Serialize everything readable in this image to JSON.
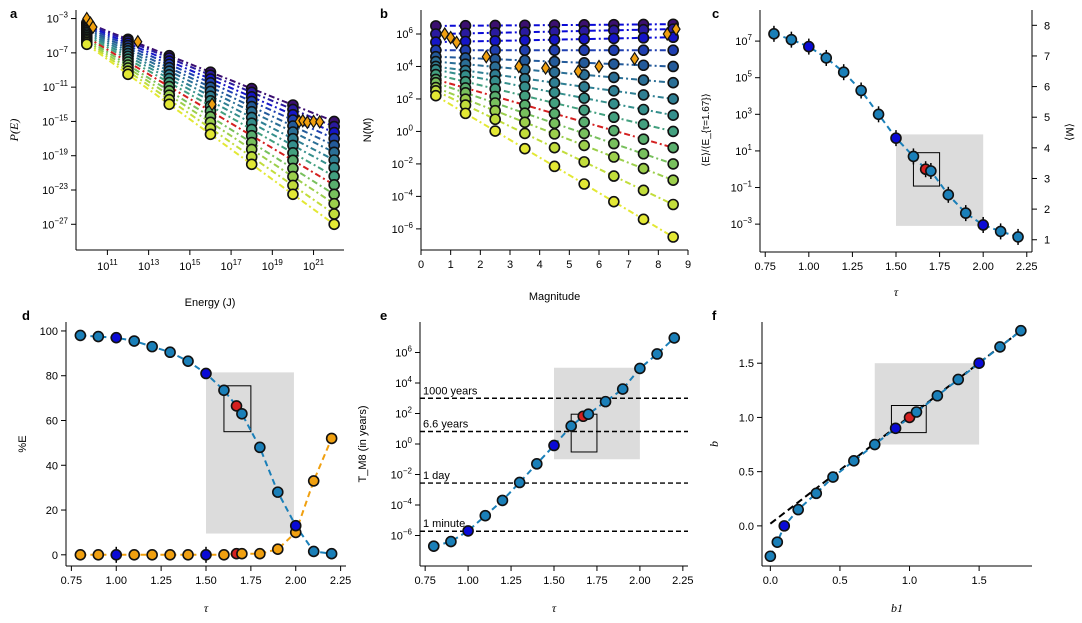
{
  "figure": {
    "colors": {
      "ramp": [
        "#3b0f70",
        "#2a1aa0",
        "#1515c8",
        "#1f3fb0",
        "#235a9a",
        "#2b6f96",
        "#2f7f93",
        "#358f8c",
        "#43a07f",
        "#5aaf6e",
        "#78c05d",
        "#9ccf4c",
        "#c2dd3b",
        "#e3e834"
      ],
      "blue": "#0a0ad6",
      "cyan": "#1a7fb8",
      "red": "#d42020",
      "orange": "#f0a010",
      "box": "#dcdcdc"
    }
  },
  "chart_data": [
    {
      "panel": "a",
      "type": "line",
      "xlabel": "Energy (J)",
      "ylabel": "P(E)",
      "xscale": "log",
      "yscale": "log",
      "xlim": [
        3000000000.0,
        3e+22
      ],
      "ylim": [
        1e-30,
        0.01
      ],
      "xticks": [
        "10^11",
        "10^13",
        "10^15",
        "10^17",
        "10^19",
        "10^21"
      ],
      "yticks": [
        "10^-3",
        "10^-7",
        "10^-11",
        "10^-15",
        "10^-19",
        "10^-23",
        "10^-27"
      ],
      "x_bins": [
        10000000000.0,
        1000000000000.0,
        100000000000000.0,
        1e+16,
        1e+18,
        1e+20,
        1e+22
      ],
      "series_start": [
        -3.5,
        -3.6,
        -3.8,
        -4.0,
        -4.2,
        -4.4,
        -4.6,
        -4.8,
        -5.0,
        -5.2,
        -5.4,
        -5.6,
        -5.8,
        -6.0
      ],
      "series_end": [
        -15.0,
        -15.6,
        -16.3,
        -17.0,
        -17.8,
        -18.6,
        -19.5,
        -20.4,
        -21.4,
        -22.4,
        -23.5,
        -24.6,
        -25.8,
        -27.0
      ],
      "diamond_x": [
        10000000000.0,
        15000000000.0,
        20000000000.0,
        3000000000000.0,
        1.2e+16,
        2e+20,
        3e+20,
        5e+20,
        1e+21,
        2e+21
      ],
      "diamond_y": [
        0.001,
        0.0003,
        0.0001,
        2e-06,
        1e-13,
        1e-15,
        1.2e-15,
        8e-16,
        1e-15,
        9e-16
      ]
    },
    {
      "panel": "b",
      "type": "line",
      "xlabel": "Magnitude",
      "ylabel": "N(M)",
      "xscale": "linear",
      "yscale": "log",
      "xlim": [
        0,
        9
      ],
      "ylim": [
        5e-08,
        30000000.0
      ],
      "xticks": [
        "0",
        "1",
        "2",
        "3",
        "4",
        "5",
        "6",
        "7",
        "8",
        "9"
      ],
      "yticks": [
        "10^6",
        "10^4",
        "10^2",
        "10^0",
        "10^-2",
        "10^-4",
        "10^-6"
      ],
      "x_bins": [
        0.5,
        1.5,
        2.5,
        3.5,
        4.5,
        5.5,
        6.5,
        7.5,
        8.5
      ],
      "series_start": [
        6.5,
        6.0,
        5.5,
        5.0,
        4.6,
        4.3,
        4.0,
        3.8,
        3.5,
        3.2,
        3.0,
        2.7,
        2.5,
        2.2
      ],
      "series_end": [
        6.6,
        6.3,
        5.8,
        5.0,
        4.0,
        3.0,
        2.0,
        1.0,
        0.0,
        -1.0,
        -2.0,
        -3.0,
        -4.5,
        -6.5
      ],
      "diamond_x": [
        0.8,
        1.0,
        1.2,
        2.2,
        3.3,
        4.2,
        5.3,
        6.0,
        7.2,
        8.3,
        8.6
      ],
      "diamond_y": [
        1000000.0,
        600000.0,
        300000.0,
        40000.0,
        10000.0,
        8000.0,
        5000.0,
        10000.0,
        30000.0,
        1000000.0,
        2000000.0
      ]
    },
    {
      "panel": "c",
      "type": "line",
      "xlabel": "τ",
      "ylabel": "⟨E⟩/⟨E_{τ=1.67}⟩",
      "ylabel_right": "⟨M⟩",
      "yscale": "log",
      "xlim": [
        0.72,
        2.28
      ],
      "ylim": [
        3e-05,
        500000000.0
      ],
      "xticks": [
        "0.75",
        "1.00",
        "1.25",
        "1.50",
        "1.75",
        "2.00",
        "2.25"
      ],
      "yticks": [
        "10^7",
        "10^5",
        "10^3",
        "10^1",
        "10^-1",
        "10^-3"
      ],
      "yticks_right": [
        "8",
        "7",
        "6",
        "5",
        "4",
        "3",
        "2",
        "1"
      ],
      "x": [
        0.8,
        0.9,
        1.0,
        1.1,
        1.2,
        1.3,
        1.4,
        1.5,
        1.6,
        1.67,
        1.7,
        1.8,
        1.9,
        2.0,
        2.1,
        2.2
      ],
      "y": [
        25000000.0,
        12000000.0,
        5000000.0,
        1200000.0,
        200000.0,
        20000.0,
        1000.0,
        50.0,
        5.0,
        1.0,
        0.8,
        0.04,
        0.004,
        0.0009,
        0.0004,
        0.0002
      ]
    },
    {
      "panel": "d",
      "type": "line",
      "xlabel": "τ",
      "ylabel": "%E",
      "xlim": [
        0.72,
        2.28
      ],
      "ylim": [
        -5,
        104
      ],
      "xticks": [
        "0.75",
        "1.00",
        "1.25",
        "1.50",
        "1.75",
        "2.00",
        "2.25"
      ],
      "yticks": [
        "0",
        "20",
        "40",
        "60",
        "80",
        "100"
      ],
      "x": [
        0.8,
        0.9,
        1.0,
        1.1,
        1.2,
        1.3,
        1.4,
        1.5,
        1.6,
        1.67,
        1.7,
        1.8,
        1.9,
        2.0,
        2.1,
        2.2
      ],
      "y_blue": [
        98,
        97.5,
        97,
        95.5,
        93,
        90.5,
        86.5,
        81,
        73.5,
        66.5,
        63,
        48,
        28,
        13,
        1.5,
        0.5
      ],
      "y_orange": [
        0,
        0,
        0,
        0,
        0,
        0,
        0,
        0,
        0,
        0.5,
        0.5,
        0.5,
        2.5,
        10,
        33,
        52
      ]
    },
    {
      "panel": "e",
      "type": "line",
      "xlabel": "τ",
      "ylabel": "T_M8 (in years)",
      "yscale": "log",
      "xlim": [
        0.72,
        2.28
      ],
      "ylim": [
        1e-08,
        100000000.0
      ],
      "xticks": [
        "0.75",
        "1.00",
        "1.25",
        "1.50",
        "1.75",
        "2.00",
        "2.25"
      ],
      "yticks": [
        "10^6",
        "10^4",
        "10^2",
        "10^0",
        "10^-2",
        "10^-4",
        "10^-6"
      ],
      "x": [
        0.8,
        0.9,
        1.0,
        1.1,
        1.2,
        1.3,
        1.4,
        1.5,
        1.6,
        1.67,
        1.7,
        1.8,
        1.9,
        2.0,
        2.1,
        2.2
      ],
      "y": [
        2e-07,
        4e-07,
        2e-06,
        2e-05,
        0.0002,
        0.003,
        0.05,
        0.8,
        15.0,
        66.0,
        90.0,
        600.0,
        4000.0,
        90000.0,
        800000.0,
        9000000.0
      ],
      "hlines": [
        {
          "y": 1000,
          "label": "1000 years"
        },
        {
          "y": 6.6,
          "label": "6.6 years"
        },
        {
          "y": 0.00274,
          "label": "1 day"
        },
        {
          "y": 1.9e-06,
          "label": "1 minute"
        }
      ]
    },
    {
      "panel": "f",
      "type": "line",
      "xlabel": "b1",
      "ylabel": "b",
      "xlim": [
        -0.06,
        1.88
      ],
      "ylim": [
        -0.37,
        1.88
      ],
      "xticks": [
        "0.0",
        "0.5",
        "1.0",
        "1.5"
      ],
      "yticks": [
        "0.0",
        "0.5",
        "1.0",
        "1.5"
      ],
      "x": [
        0.0,
        0.05,
        0.1,
        0.2,
        0.33,
        0.45,
        0.6,
        0.75,
        0.9,
        1.0,
        1.05,
        1.2,
        1.35,
        1.5,
        1.65,
        1.8
      ],
      "y": [
        -0.28,
        -0.15,
        0.0,
        0.15,
        0.3,
        0.45,
        0.6,
        0.75,
        0.9,
        1.0,
        1.05,
        1.2,
        1.35,
        1.5,
        1.65,
        1.8
      ]
    }
  ]
}
